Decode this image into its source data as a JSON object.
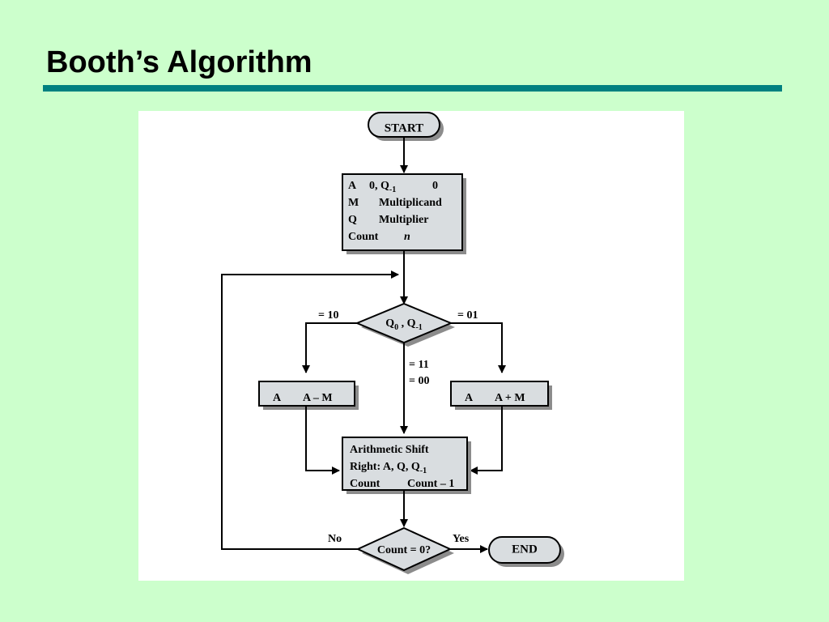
{
  "slide": {
    "title": "Booth’s Algorithm"
  },
  "flowchart": {
    "start_label": "START",
    "init_box": {
      "row1_left": "A",
      "row1_mid": "0, Q",
      "row1_sub": "-1",
      "row1_right": "0",
      "row2_left": "M",
      "row2_right": "Multiplicand",
      "row3_left": "Q",
      "row3_right": "Multiplier",
      "row4_left": "Count",
      "row4_right": "n"
    },
    "decision": {
      "q0": "Q",
      "q0_sub": "0",
      "sep": " , Q",
      "q1_sub": "-1"
    },
    "branch_left_label": "= 10",
    "branch_right_label": "= 01",
    "branch_down_label_1": "= 11",
    "branch_down_label_2": "= 00",
    "subtract_box": {
      "left": "A",
      "right": "A – M"
    },
    "add_box": {
      "left": "A",
      "right": "A + M"
    },
    "shift_box": {
      "line1": "Arithmetic Shift",
      "line2": "Right: A, Q, Q",
      "line2_sub": "-1",
      "line3_left": "Count",
      "line3_right": "Count – 1"
    },
    "count_decision": "Count = 0?",
    "no_label": "No",
    "yes_label": "Yes",
    "end_label": "END"
  },
  "colors": {
    "background": "#ccffcc",
    "rule": "#008080",
    "box_fill": "#d9dde0",
    "shadow": "#8c8c8c"
  }
}
